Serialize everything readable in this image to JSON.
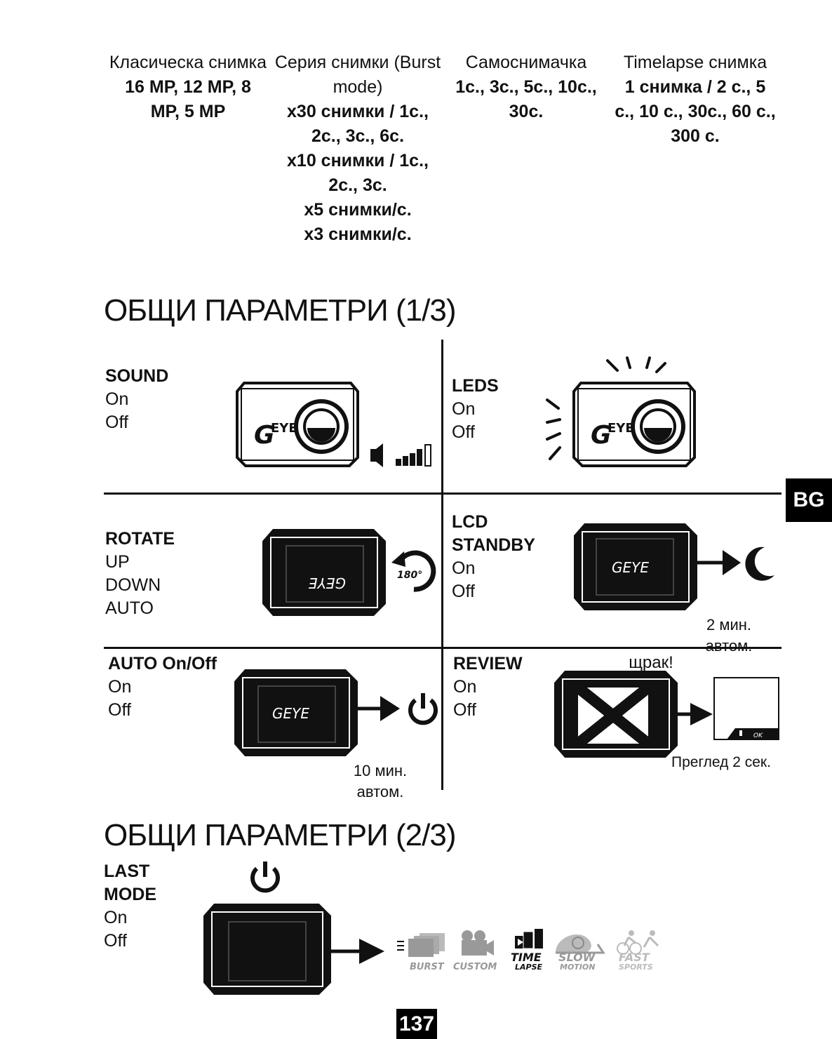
{
  "photo_modes": [
    {
      "heading": "Класическа снимка",
      "details": "16 MP, 12 MP, 8\nMP, 5 MP"
    },
    {
      "heading": "Серия снимки (Burst\nmode)",
      "details": "x30 снимки / 1с.,\n2с., 3с., 6с.\nx10 снимки / 1с.,\n2с., 3с.\nx5 снимки/с.\nx3 снимки/с."
    },
    {
      "heading": "Самоснимачка",
      "details": "1с., 3с., 5с., 10с.,\n30с."
    },
    {
      "heading": "Timelapse снимка",
      "details": "1 снимка / 2 с., 5\nс., 10 с., 30с., 60 с.,\n300 с."
    }
  ],
  "section1_title": "ОБЩИ ПАРАМЕТРИ (1/3)",
  "section2_title": "ОБЩИ ПАРАМЕТРИ (2/3)",
  "settings": {
    "sound": {
      "title": "SOUND",
      "options": [
        "On",
        "Off"
      ]
    },
    "leds": {
      "title": "LEDS",
      "options": [
        "On",
        "Off"
      ]
    },
    "rotate": {
      "title": "ROTATE",
      "options": [
        "UP",
        "DOWN",
        "AUTO"
      ]
    },
    "lcd_standby": {
      "title": "LCD\nSTANDBY",
      "options": [
        "On",
        "Off"
      ]
    },
    "auto_onoff": {
      "title": "AUTO On/Off",
      "options": [
        "On",
        "Off"
      ]
    },
    "review": {
      "title": "REVIEW",
      "options": [
        "On",
        "Off"
      ]
    },
    "last_mode": {
      "title": "LAST\nMODE",
      "options": [
        "On",
        "Off"
      ]
    }
  },
  "notes": {
    "lcd_standby": "2 мин.\nавтом.",
    "auto_off": "10 мин.\nавтом.",
    "click": "щрак!",
    "review": "Преглед 2 сек."
  },
  "device_labels": {
    "brand": "GEYE",
    "rotate_degrees": "180°",
    "review_ok": "OK"
  },
  "modes": [
    "BURST",
    "CUSTOM",
    "TIME",
    "LAPSE",
    "SLOW",
    "MOTION",
    "FAST",
    "SPORTS"
  ],
  "language_badge": "BG",
  "page_number": "137"
}
